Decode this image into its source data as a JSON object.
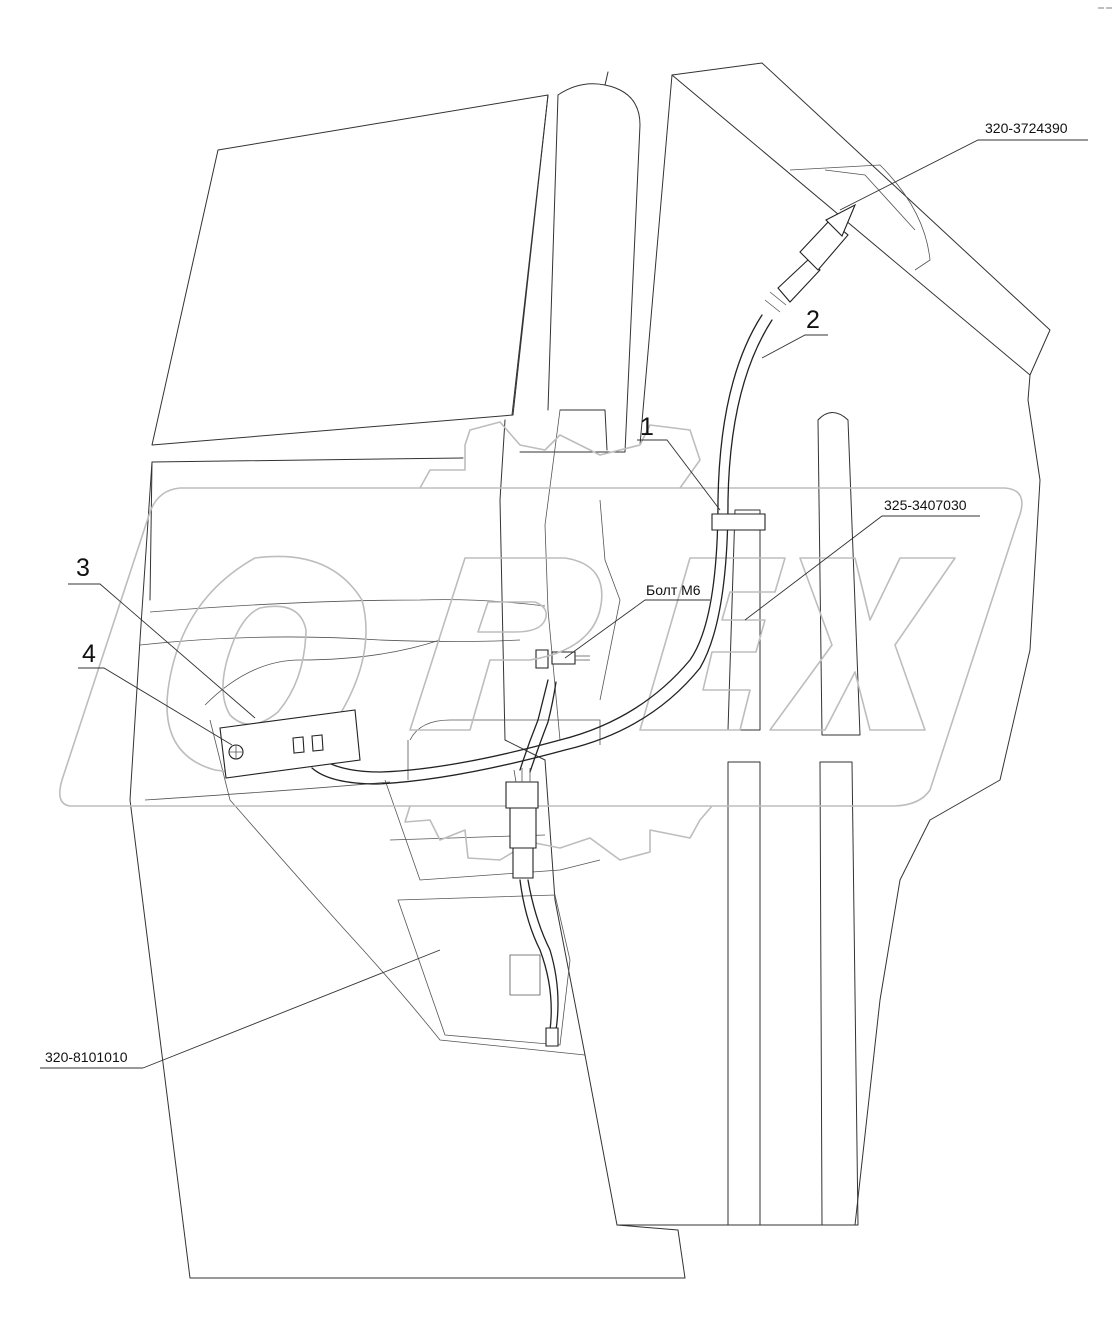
{
  "callouts": {
    "item1": "1",
    "item2": "2",
    "item3": "3",
    "item4": "4"
  },
  "labels": {
    "sensor": "320-3724390",
    "pedal": "325-3407030",
    "bolt": "Болт М6",
    "panel": "320-8101010"
  },
  "watermark": {
    "text": "OPEX"
  },
  "colors": {
    "line": "#333333",
    "watermark": "#bdbdbd"
  }
}
